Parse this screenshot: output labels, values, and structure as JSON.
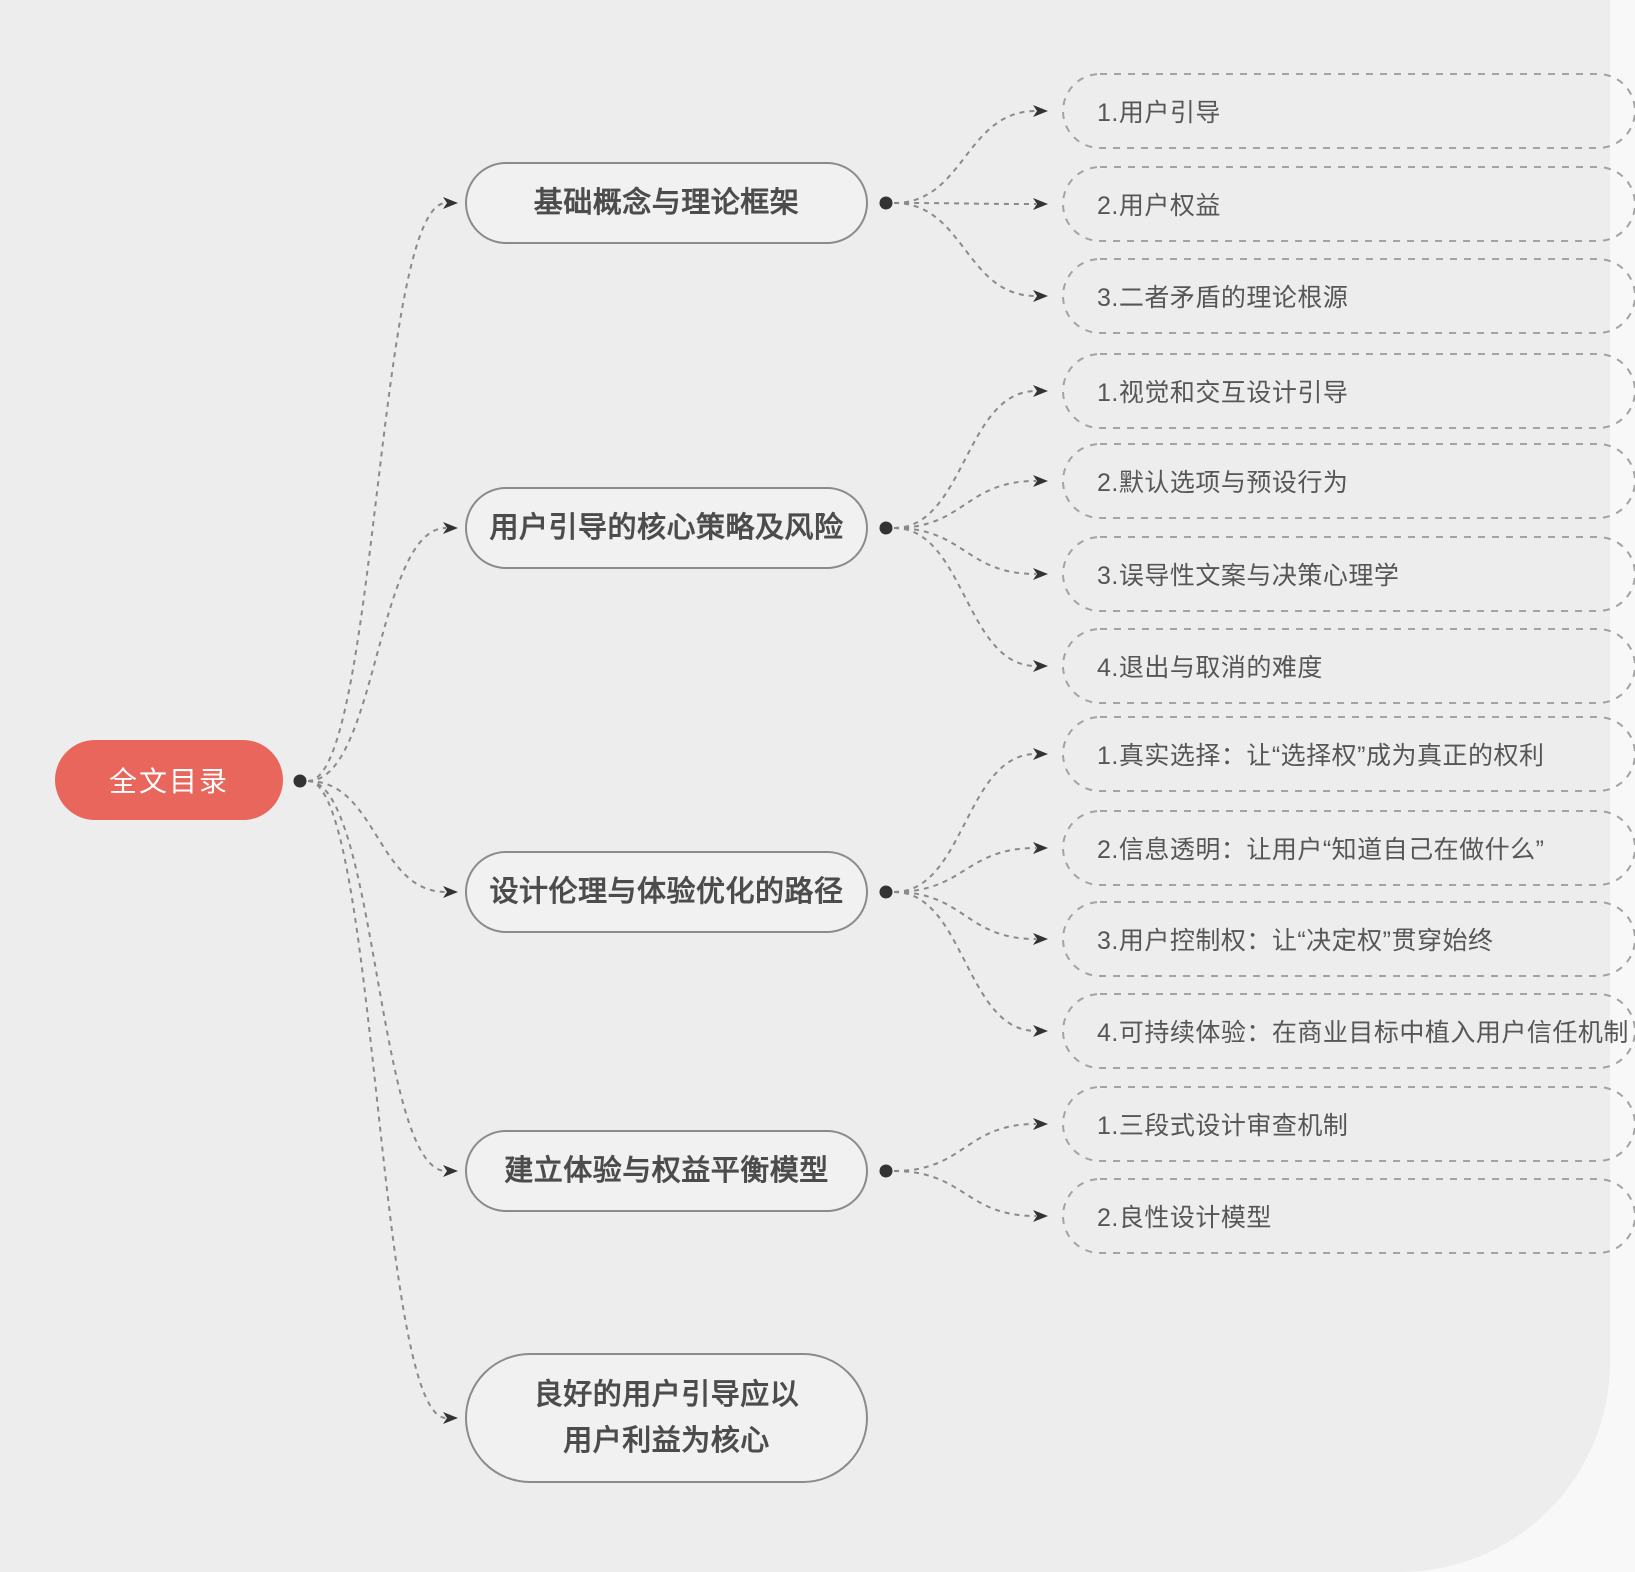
{
  "diagram": {
    "title_node": {
      "label": "全文目录"
    },
    "branches": [
      {
        "label": "基础概念与理论框架",
        "children": [
          {
            "label": "1.用户引导"
          },
          {
            "label": "2.用户权益"
          },
          {
            "label": "3.二者矛盾的理论根源"
          }
        ]
      },
      {
        "label": "用户引导的核心策略及风险",
        "children": [
          {
            "label": "1.视觉和交互设计引导"
          },
          {
            "label": "2.默认选项与预设行为"
          },
          {
            "label": "3.误导性文案与决策心理学"
          },
          {
            "label": "4.退出与取消的难度"
          }
        ]
      },
      {
        "label": "设计伦理与体验优化的路径",
        "children": [
          {
            "label": "1.真实选择：让“选择权”成为真正的权利"
          },
          {
            "label": "2.信息透明：让用户“知道自己在做什么”"
          },
          {
            "label": "3.用户控制权：让“决定权”贯穿始终"
          },
          {
            "label": "4.可持续体验：在商业目标中植入用户信任机制"
          }
        ]
      },
      {
        "label": "建立体验与权益平衡模型",
        "children": [
          {
            "label": "1.三段式设计审查机制"
          },
          {
            "label": "2.良性设计模型"
          }
        ]
      },
      {
        "label": "良好的用户引导应以\n用户利益为核心",
        "children": []
      }
    ],
    "colors": {
      "page_background": "#f8f8f8",
      "background": "#ededed",
      "root_fill": "#e8665c",
      "root_text": "#ffffff",
      "branch_fill": "#f1f1f1",
      "branch_border": "#8b8b8b",
      "branch_text": "#4c4c4c",
      "leaf_border": "#a3a3a3",
      "leaf_text": "#565656",
      "connector": "#8a8a8a",
      "marker": "#333333"
    }
  }
}
